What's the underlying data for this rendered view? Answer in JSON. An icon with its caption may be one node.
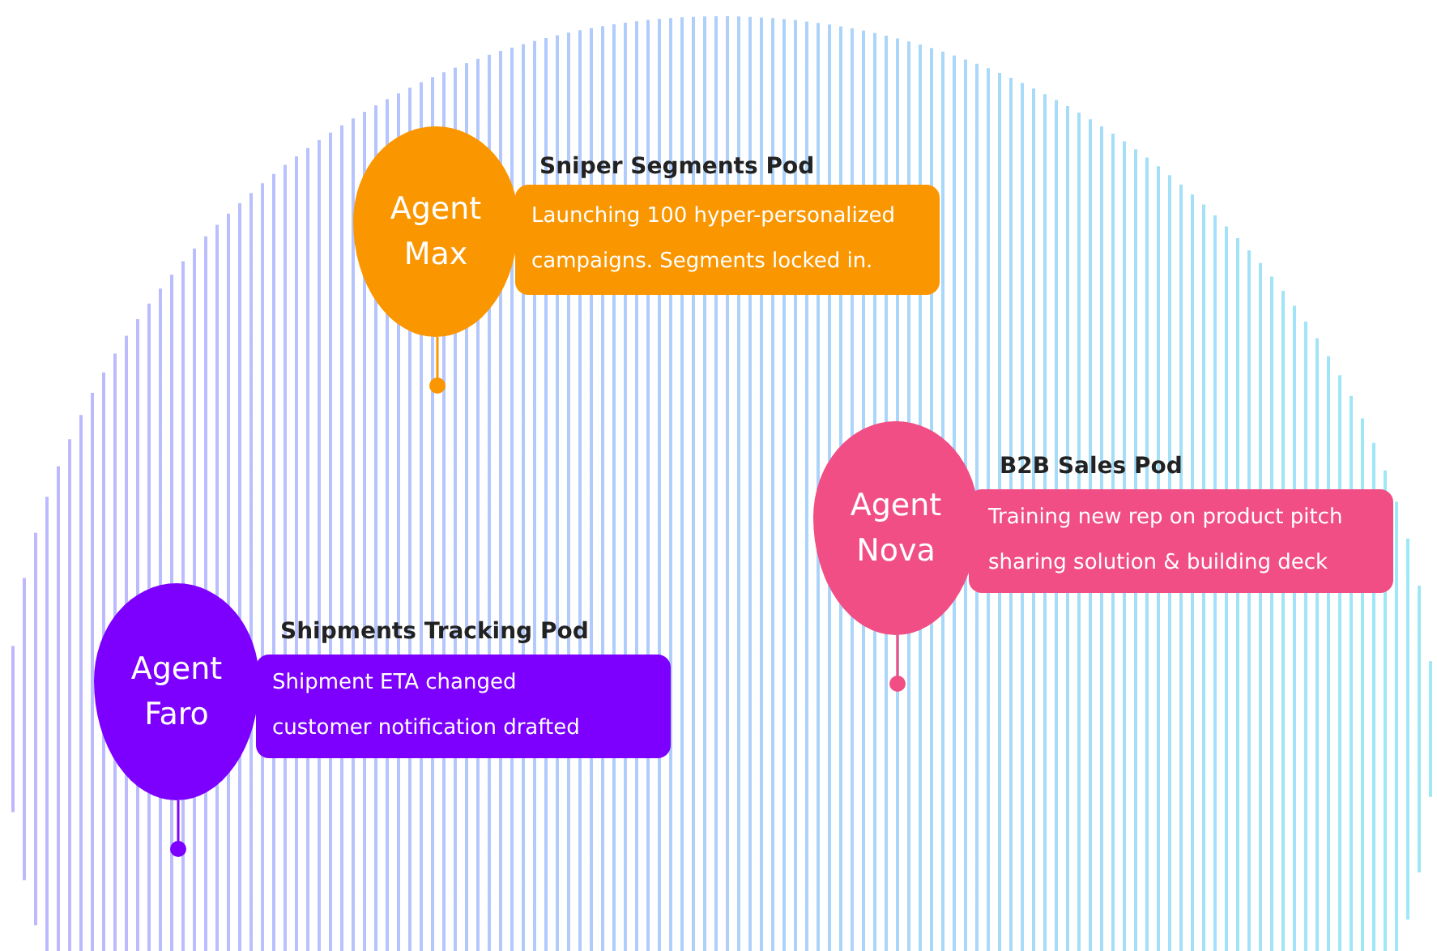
{
  "diagram": {
    "nodes": [
      {
        "text": [
          "Agent Max"
        ]
      },
      {
        "text": [
          "Sniper Segments Pod",
          "Launching 100 hyper-personalized campaigns. Segments locked in."
        ]
      },
      {
        "text": [
          "Agent Nova"
        ]
      },
      {
        "text": [
          "B2B Sales Pod",
          "Training new rep on product pitch sharing solution & building deck"
        ]
      },
      {
        "text": [
          "Agent Faro"
        ]
      },
      {
        "text": [
          "Shipments Tracking Pod",
          "Shipment ETA changed customer notification drafted"
        ]
      }
    ]
  }
}
